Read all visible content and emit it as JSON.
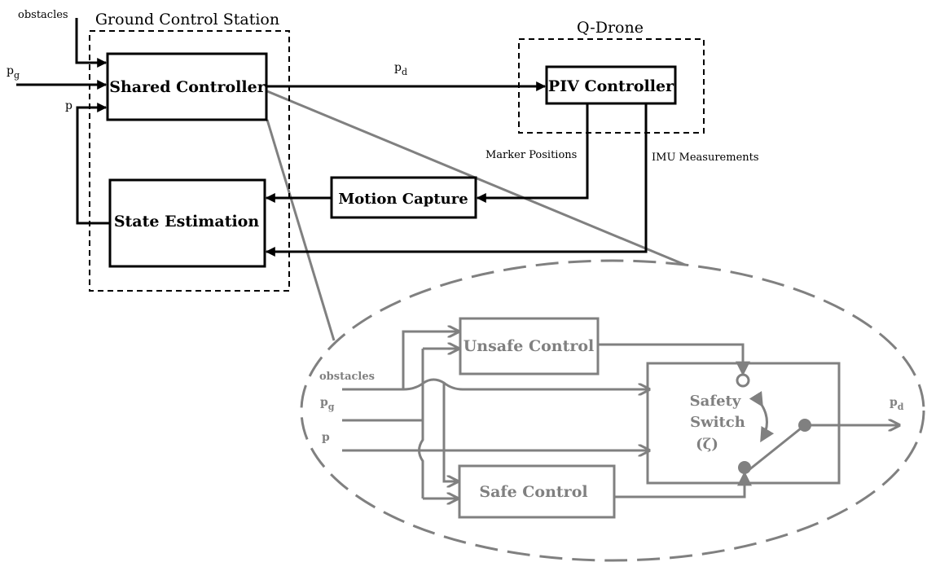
{
  "colors": {
    "main": "#000000",
    "detail": "#808080",
    "background": "#ffffff"
  },
  "groups": {
    "ground_control_station": "Ground Control Station",
    "q_drone": "Q-Drone"
  },
  "blocks": {
    "shared_controller": "Shared Controller",
    "piv_controller": "PIV Controller",
    "motion_capture": "Motion Capture",
    "state_estimation": "State Estimation"
  },
  "signals": {
    "obstacles": "obstacles",
    "pg_base": "p",
    "pg_sub": "g",
    "p": "p",
    "pd_base": "p",
    "pd_sub": "d",
    "marker_positions": "Marker Positions",
    "imu_measurements": "IMU Measurements"
  },
  "detail": {
    "unsafe_control": "Unsafe Control",
    "safe_control": "Safe Control",
    "safety_switch_line1": "Safety",
    "safety_switch_line2": "Switch",
    "safety_switch_line3": "(ζ)",
    "obstacles": "obstacles",
    "pg_base": "p",
    "pg_sub": "g",
    "p": "p",
    "pd_base": "p",
    "pd_sub": "d"
  }
}
